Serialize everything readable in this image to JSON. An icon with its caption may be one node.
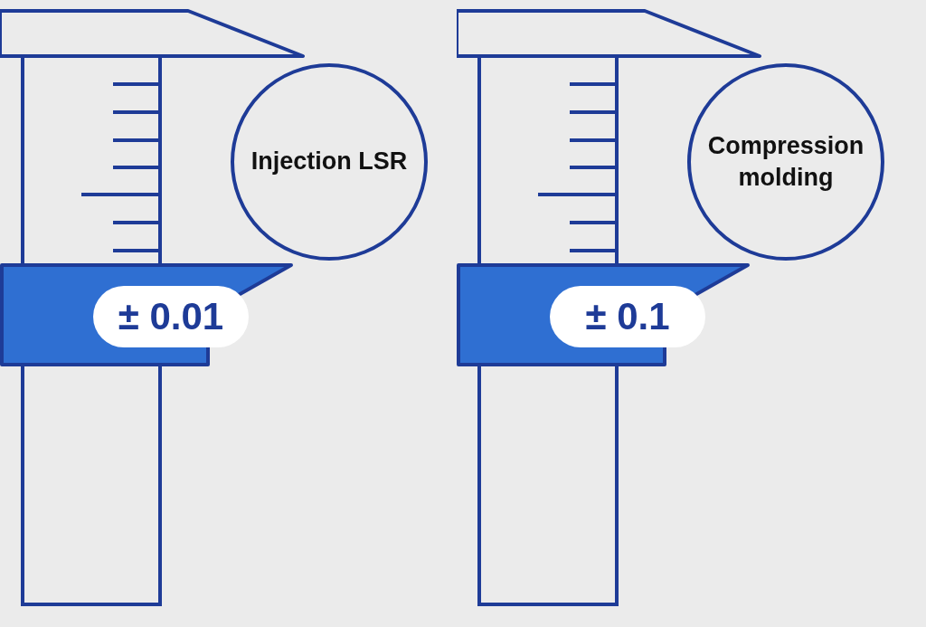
{
  "diagram": {
    "nodes": [
      {
        "text": [
          "Injection LSR"
        ]
      },
      {
        "text": [
          "± 0.01"
        ]
      },
      {
        "text": [
          "Compression molding"
        ]
      },
      {
        "text": [
          "± 0.1"
        ]
      }
    ]
  }
}
